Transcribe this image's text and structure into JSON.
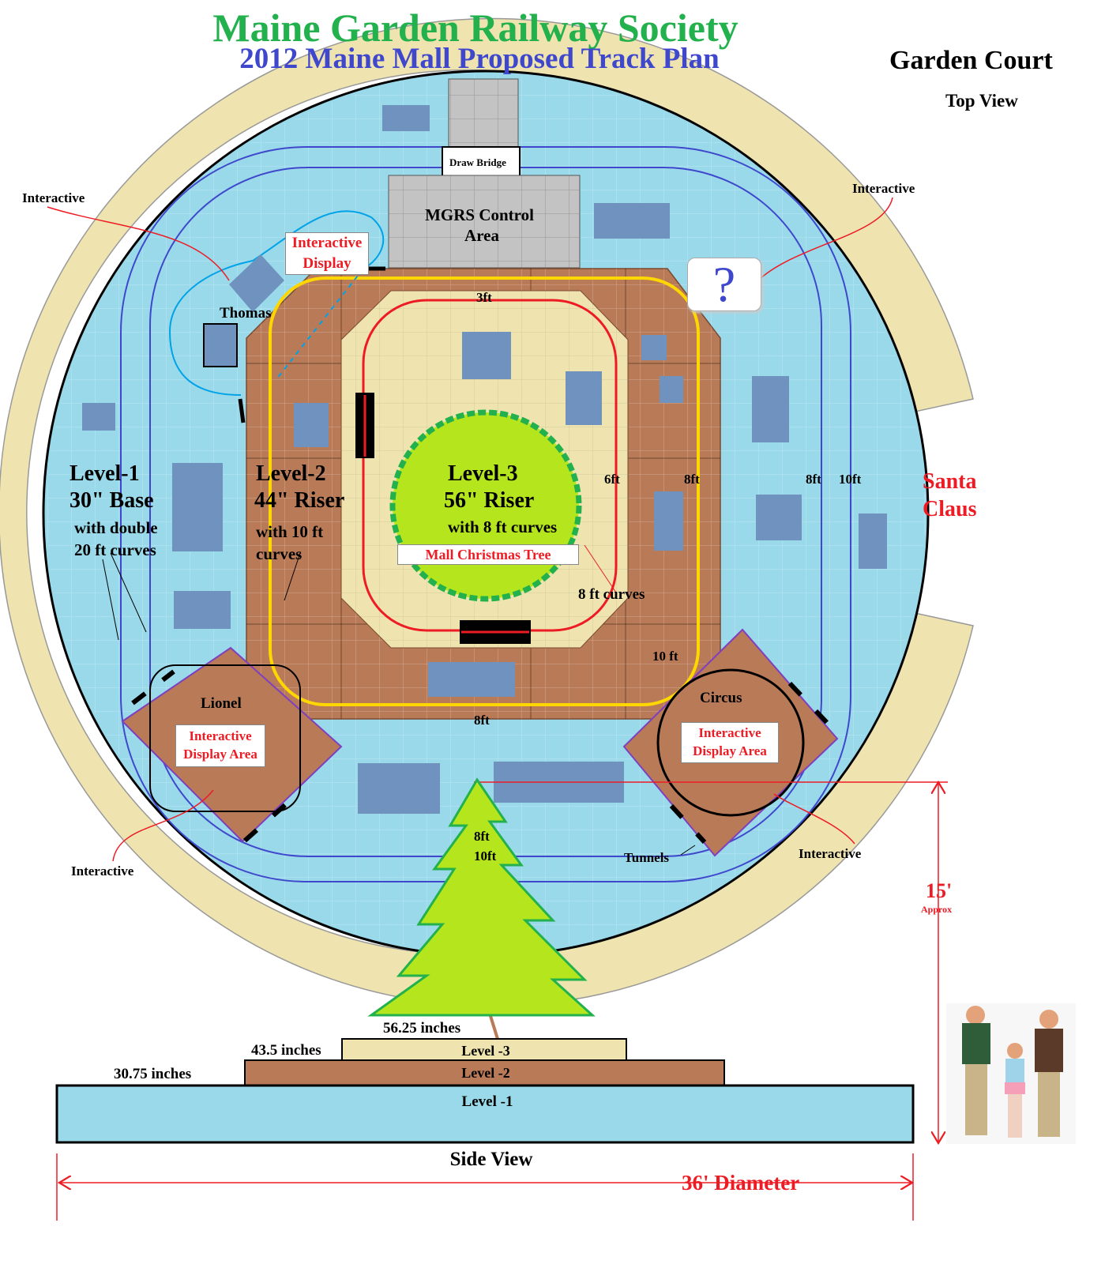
{
  "header": {
    "title": "Maine Garden Railway Society",
    "subtitle": "2012 Maine Mall Proposed Track Plan",
    "location": "Garden Court",
    "view": "Top View"
  },
  "areas": {
    "draw_bridge": "Draw Bridge",
    "control_area_line1": "MGRS Control",
    "control_area_line2": "Area",
    "interactive_display_line1": "Interactive",
    "interactive_display_line2": "Display",
    "thomas": "Thomas",
    "question_mark": "?",
    "santa_line1": "Santa",
    "santa_line2": "Claus",
    "tree_label": "Mall Christmas Tree",
    "lionel": "Lionel",
    "circus": "Circus",
    "display_area_line1": "Interactive",
    "display_area_line2": "Display Area",
    "tunnels": "Tunnels"
  },
  "interactive_callouts": [
    "Interactive",
    "Interactive",
    "Interactive",
    "Interactive"
  ],
  "levels": {
    "level1": {
      "name": "Level-1",
      "height": "30\" Base",
      "desc1": "with double",
      "desc2": "20 ft curves"
    },
    "level2": {
      "name": "Level-2",
      "height": "44\" Riser",
      "desc1": "with 10 ft",
      "desc2": "curves"
    },
    "level3": {
      "name": "Level-3",
      "height": "56\" Riser",
      "desc1": "with 8 ft curves"
    }
  },
  "dimensions": {
    "top_3ft": "3ft",
    "l3_6ft": "6ft",
    "l2_8ft": "8ft",
    "l1_8ft": "8ft",
    "l1_10ft": "10ft",
    "curves_8ft": "8 ft curves",
    "curves_10ft": "10 ft",
    "bottom_8ft": "8ft",
    "lower_8ft": "8ft",
    "lower_10ft": "10ft",
    "height_15": "15'",
    "height_approx": "Approx",
    "diameter": "36' Diameter"
  },
  "side_view": {
    "title": "Side View",
    "h_level3": "56.25 inches",
    "h_level2": "43.5 inches",
    "h_level1": "30.75 inches",
    "level3": "Level -3",
    "level2": "Level -2",
    "level1": "Level -1"
  },
  "colors": {
    "tan": "#efe4b0",
    "water": "#99d9ea",
    "brown": "#b97a57",
    "light_tan": "#f2e6bb",
    "green": "#b5e61d",
    "dark_green": "#22b14c",
    "blue_track": "#3f48cc",
    "yellow_track": "#ffd700",
    "red_track": "#ed1c24",
    "building": "#7092be",
    "gray": "#c3c3c3"
  }
}
